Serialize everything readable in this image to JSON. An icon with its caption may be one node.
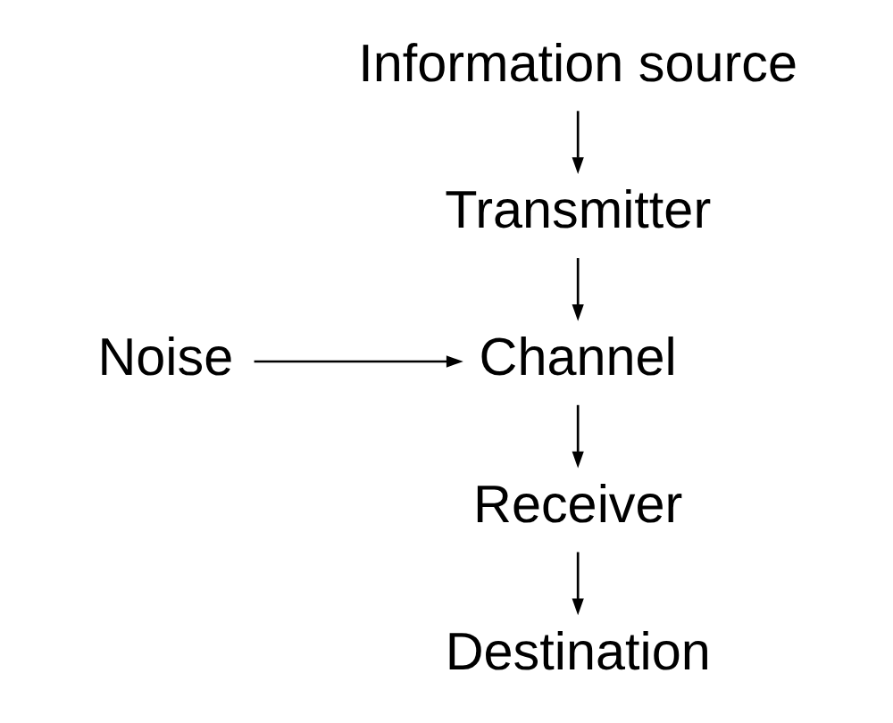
{
  "diagram": {
    "nodes": [
      {
        "text": [
          "Information source"
        ]
      },
      {
        "text": [
          "Transmitter"
        ]
      },
      {
        "text": [
          "Noise"
        ]
      },
      {
        "text": [
          "Channel"
        ]
      },
      {
        "text": [
          "Receiver"
        ]
      },
      {
        "text": [
          "Destination"
        ]
      }
    ],
    "edges": [
      {
        "from": 0,
        "to": 1,
        "arrow": "to"
      },
      {
        "from": 1,
        "to": 3,
        "arrow": "to"
      },
      {
        "from": 2,
        "to": 3,
        "arrow": "to"
      },
      {
        "from": 3,
        "to": 4,
        "arrow": "to"
      },
      {
        "from": 4,
        "to": 5,
        "arrow": "to"
      }
    ]
  }
}
